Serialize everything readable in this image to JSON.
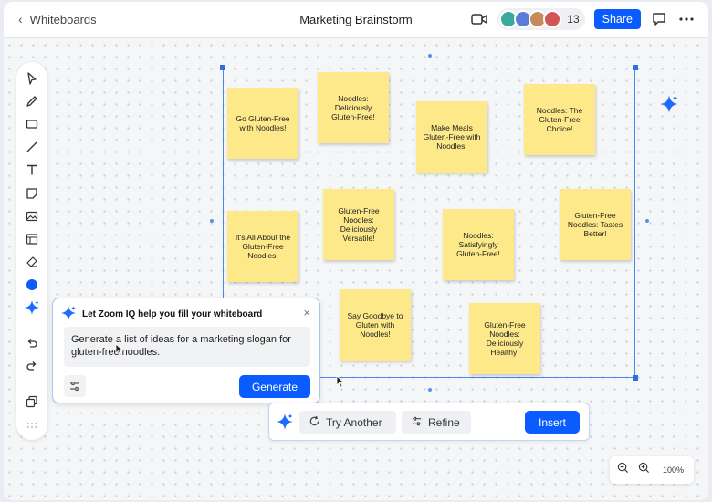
{
  "header": {
    "back_label": "Whiteboards",
    "title": "Marketing Brainstorm",
    "participant_count": "13",
    "share_label": "Share"
  },
  "icons": {
    "back": "chevron-left-icon",
    "video": "video-camera-icon",
    "chat": "chat-bubble-icon",
    "more": "more-horizontal-icon",
    "sparkle": "sparkle-icon"
  },
  "colors": {
    "accent": "#0b5cff",
    "note": "#fde98a",
    "selection": "#4a87f0"
  },
  "toolbar": {
    "tools": [
      "select-icon",
      "pen-icon",
      "rectangle-icon",
      "line-icon",
      "text-icon",
      "sticky-note-icon",
      "image-icon",
      "template-icon",
      "eraser-icon",
      "color-icon",
      "sparkle-icon",
      "undo-icon",
      "redo-icon",
      "layers-icon",
      "drag-handle-icon"
    ]
  },
  "notes": [
    "Go Gluten-Free with Noodles!",
    "Noodles: Deliciously Gluten-Free!",
    "Make Meals Gluten-Free with Noodles!",
    "Noodles: The Gluten-Free Choice!",
    "It's All About the Gluten-Free Noodles!",
    "Gluten-Free Noodles: Deliciously Versatile!",
    "Noodles: Satisfyingly Gluten-Free!",
    "Gluten-Free Noodles: Tastes Better!",
    "Say Goodbye to Gluten with Noodles!",
    "Gluten-Free Noodles: Deliciously Healthy!"
  ],
  "iq_panel": {
    "heading": "Let Zoom IQ help you fill your whiteboard",
    "prompt": "Generate a list of ideas for a marketing slogan for gluten-free noodles.",
    "generate_label": "Generate"
  },
  "action_bar": {
    "try_another_label": "Try Another",
    "refine_label": "Refine",
    "insert_label": "Insert"
  },
  "zoom": {
    "level": "100%"
  }
}
